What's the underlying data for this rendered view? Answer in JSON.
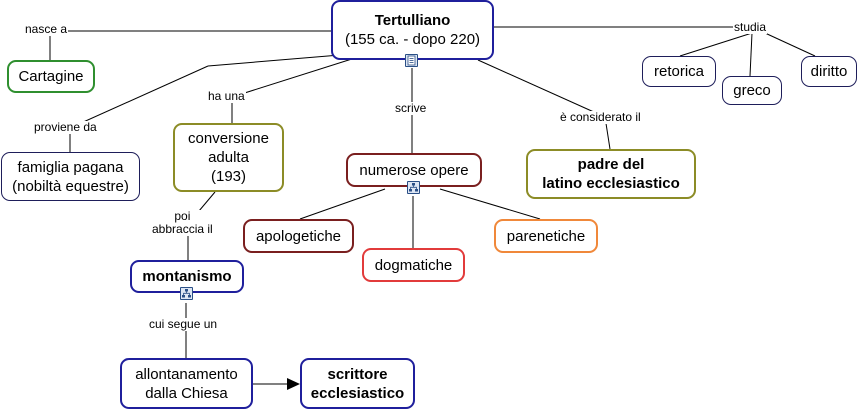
{
  "colors": {
    "navy": "#1f1f9c",
    "green": "#2f8f2f",
    "olive": "#8c8c26",
    "maroon": "#7a1f1f",
    "red": "#e23b3b",
    "orange": "#f0883a",
    "dark_navy": "#1e1e5a",
    "line": "#000000"
  },
  "nodes": {
    "tertulliano": {
      "title": "Tertulliano",
      "subtitle": "(155 ca. - dopo 220)"
    },
    "cartagine": {
      "text": "Cartagine"
    },
    "famiglia_pagana": {
      "line1": "famiglia pagana",
      "line2": "(nobiltà equestre)"
    },
    "conversione": {
      "line1": "conversione",
      "line2": "adulta",
      "line3": "(193)"
    },
    "montanismo": {
      "text": "montanismo"
    },
    "allontanamento": {
      "line1": "allontanamento",
      "line2": "dalla Chiesa"
    },
    "scrittore": {
      "line1": "scrittore",
      "line2": "ecclesiastico"
    },
    "numerose_opere": {
      "text": "numerose opere"
    },
    "apologetiche": {
      "text": "apologetiche"
    },
    "dogmatiche": {
      "text": "dogmatiche"
    },
    "parenetiche": {
      "text": "parenetiche"
    },
    "padre": {
      "line1": "padre del",
      "line2": "latino ecclesiastico"
    },
    "retorica": {
      "text": "retorica"
    },
    "greco": {
      "text": "greco"
    },
    "diritto": {
      "text": "diritto"
    }
  },
  "links": {
    "nasce_a": "nasce a",
    "proviene_da": "proviene da",
    "ha_una": "ha una",
    "poi_abbraccia_1": "poi",
    "poi_abbraccia_2": "abbraccia il",
    "cui_segue_un": "cui segue un",
    "scrive": "scrive",
    "e_considerato_il": "è considerato il",
    "studia": "studia"
  },
  "icons": {
    "tertulliano": "document-icon",
    "numerose_opere": "sub-map-icon",
    "montanismo": "sub-map-icon"
  }
}
